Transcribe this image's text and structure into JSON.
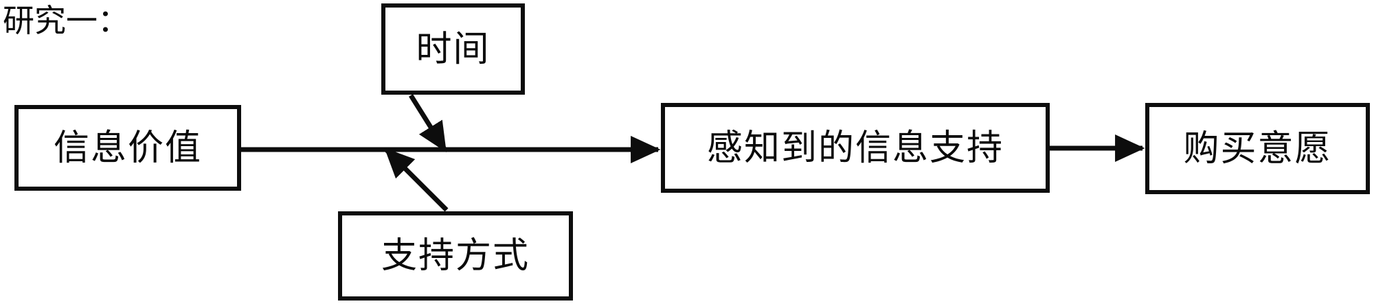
{
  "title": "研究一：",
  "colors": {
    "background": "#ffffff",
    "stroke": "#0d0d0d",
    "text": "#0a0a0a"
  },
  "nodes": [
    {
      "id": "info-value",
      "label": "信息价值"
    },
    {
      "id": "time",
      "label": "时间"
    },
    {
      "id": "support-style",
      "label": "支持方式"
    },
    {
      "id": "perceived",
      "label": "感知到的信息支持"
    },
    {
      "id": "purchase",
      "label": "购买意愿"
    }
  ],
  "edges": [
    {
      "id": "info-to-perceived",
      "from": "info-value",
      "to": "perceived",
      "style": "solid-arrow",
      "direction": "right"
    },
    {
      "id": "perceived-to-purchase",
      "from": "perceived",
      "to": "purchase",
      "style": "solid-arrow",
      "direction": "right"
    },
    {
      "id": "time-moderates",
      "from": "time",
      "to": "info-to-perceived",
      "style": "solid-arrow",
      "direction": "down-right"
    },
    {
      "id": "support-style-moderates",
      "from": "support-style",
      "to": "info-to-perceived",
      "style": "solid-arrow",
      "direction": "up-left"
    }
  ]
}
